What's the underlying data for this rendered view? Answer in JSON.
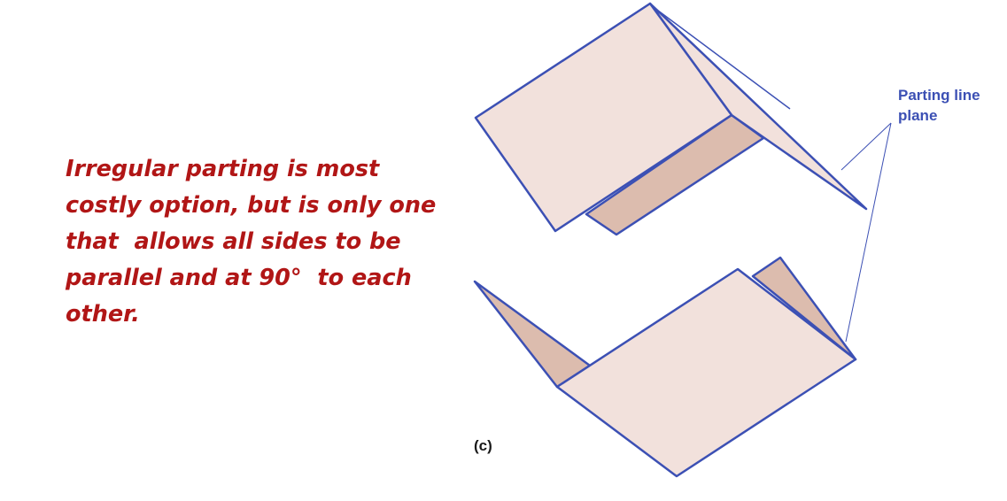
{
  "caption": {
    "lines": [
      "Irregular parting is most",
      "costly option, but is only one",
      "that  allows all sides to be",
      "parallel and at 90°  to each",
      "other."
    ]
  },
  "labels": {
    "parting_line_1": "Parting line",
    "parting_line_2": "plane",
    "figure_tag": "(c)"
  },
  "colors": {
    "caption_text": "#b11616",
    "outline": "#3c50b4",
    "face_light": "#f2e1dc",
    "face_dark": "#dcbcae",
    "leader_line": "#3c50b4"
  }
}
